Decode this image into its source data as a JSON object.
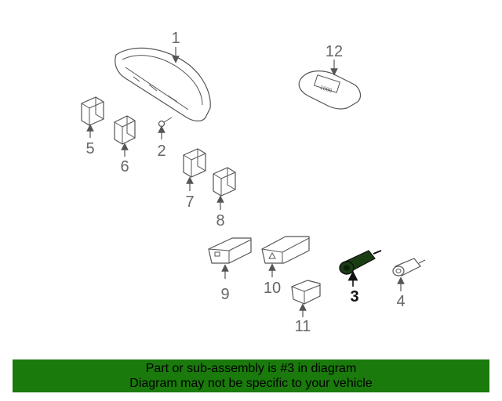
{
  "diagram": {
    "callouts": {
      "c1": "1",
      "c2": "2",
      "c3": "3",
      "c4": "4",
      "c5": "5",
      "c6": "6",
      "c7": "7",
      "c8": "8",
      "c9": "9",
      "c10": "10",
      "c11": "11",
      "c12": "12"
    },
    "highlighted_part": "3",
    "highlight_color": "#1a3d14"
  },
  "banner": {
    "line1": "Part or sub-assembly is #3 in diagram",
    "line2": "Diagram may not be specific to your vehicle",
    "background_color": "#1a7a0c"
  }
}
